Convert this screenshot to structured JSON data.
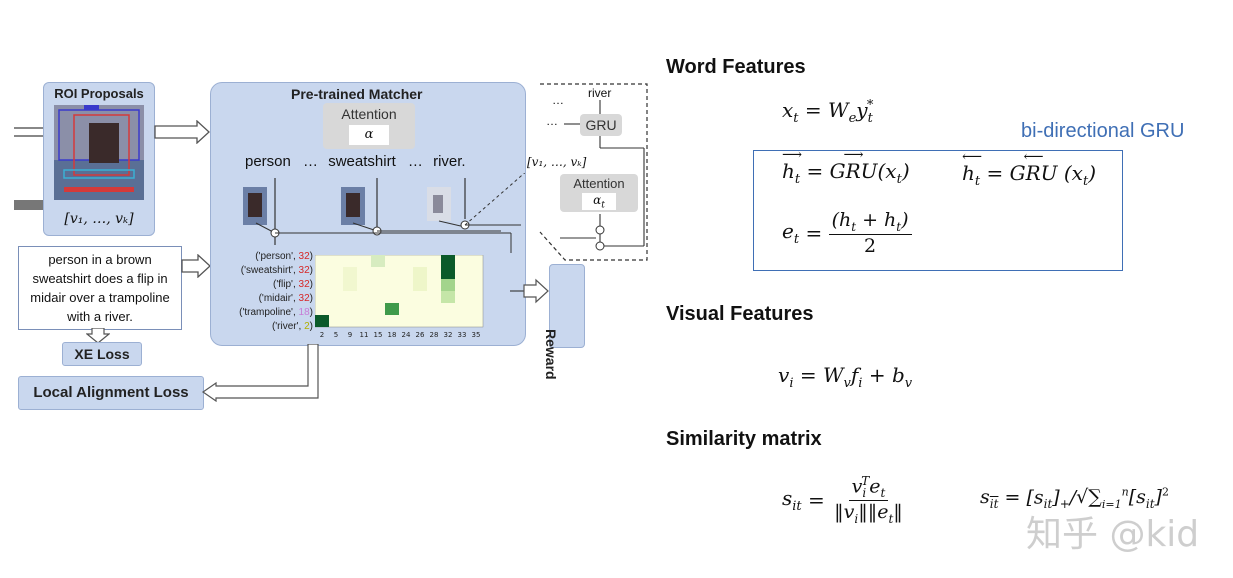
{
  "diagram": {
    "roi_title": "ROI Proposals",
    "roi_vectors": "[v₁, …, vₖ]",
    "matcher_title": "Pre-trained Matcher",
    "attention_label": "Attention",
    "attention_symbol": "α",
    "words": [
      "person",
      "…",
      "sweatshirt",
      "…",
      "river."
    ],
    "caption_text": "person in  a brown sweatshirt does a flip in midair over a trampoline with a river.",
    "xe_loss": "XE Loss",
    "local_alignment_loss": "Local Alignment Loss",
    "reward": "Reward",
    "gru_top": "river",
    "gru_dots": "…",
    "gru_dots2": "…",
    "gru_label": "GRU",
    "gru_vectors": "[v₁, …, vₖ]",
    "gru_attention": "Attention",
    "gru_alpha": "α",
    "gru_alpha_sub": "t",
    "row_labels": [
      {
        "word": "('person', ",
        "num": "32",
        "color": "#d62728"
      },
      {
        "word": "('sweatshirt', ",
        "num": "32",
        "color": "#d62728"
      },
      {
        "word": "('flip', ",
        "num": "32",
        "color": "#d62728"
      },
      {
        "word": "('midair', ",
        "num": "32",
        "color": "#d62728"
      },
      {
        "word": "('trampoline', ",
        "num": "18",
        "color": "#c77cd6"
      },
      {
        "word": "('river', ",
        "num": "2",
        "color": "#c9c900"
      }
    ],
    "heatmap_x_ticks": [
      "2",
      "5",
      "9",
      "11",
      "15",
      "18",
      "24",
      "26",
      "28",
      "32",
      "33",
      "35"
    ]
  },
  "sections": {
    "word_features": "Word Features",
    "bi_gru": "bi-directional GRU",
    "visual_features": "Visual Features",
    "similarity_matrix": "Similarity matrix"
  },
  "watermark": "知乎 @kid",
  "colors": {
    "box_fill": "#c9d7ee",
    "accent_blue": "#3f6fb5",
    "heat_dark": "#0b5a2a",
    "heat_light": "#fbfde0"
  }
}
